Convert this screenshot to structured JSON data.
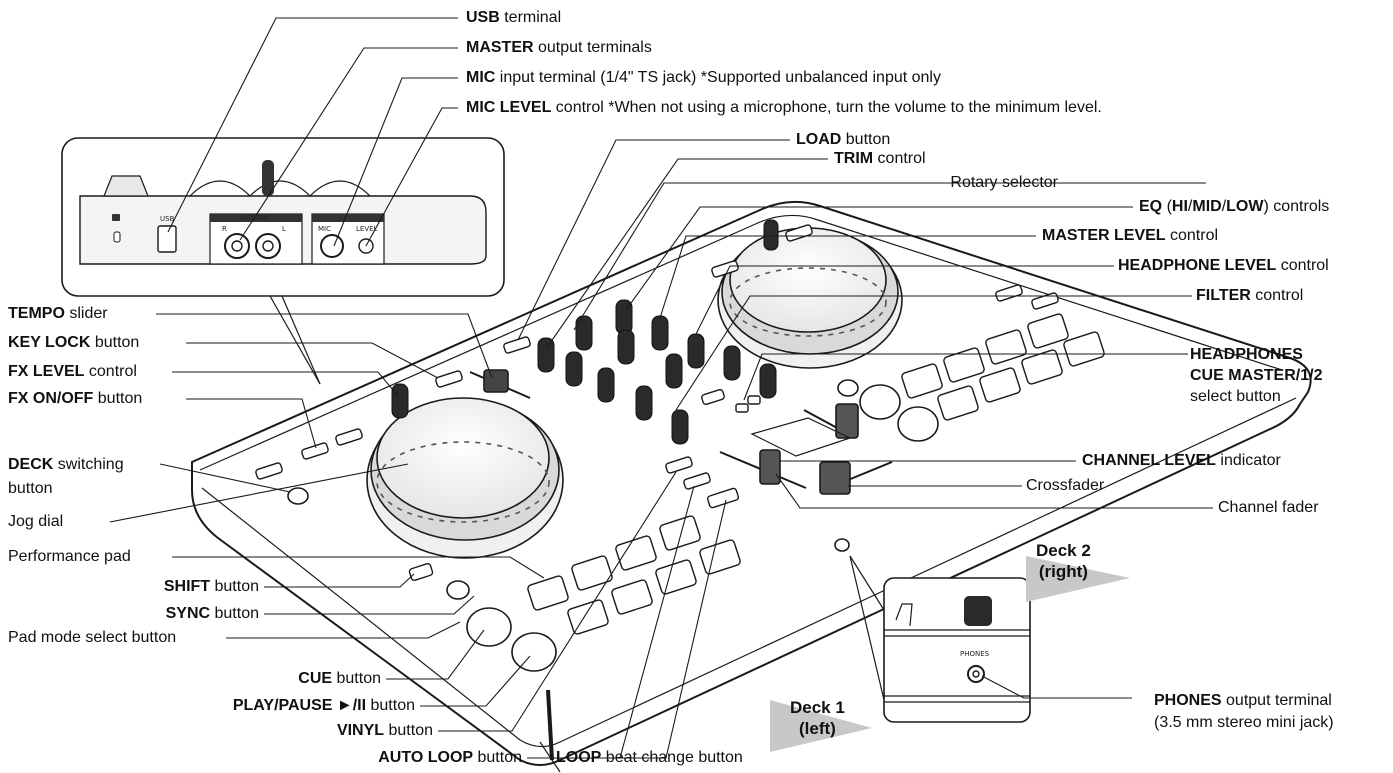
{
  "labels": {
    "usb": {
      "bold": "USB",
      "rest": " terminal"
    },
    "master_out": {
      "bold": "MASTER",
      "rest": " output terminals"
    },
    "mic_in": {
      "bold": "MIC",
      "rest": " input terminal (1/4\" TS jack) *Supported unbalanced input only"
    },
    "mic_level": {
      "bold": "MIC LEVEL",
      "rest": " control *When not using a microphone, turn the volume to the minimum level."
    },
    "load": {
      "bold": "LOAD",
      "rest": " button"
    },
    "trim": {
      "bold": "TRIM",
      "rest": " control"
    },
    "rotary": {
      "text": "Rotary selector"
    },
    "eq": {
      "p1": "EQ",
      "p2": " (",
      "p3": "HI",
      "p4": "/",
      "p5": "MID",
      "p6": "/",
      "p7": "LOW",
      "p8": ") controls"
    },
    "master_level": {
      "bold": "MASTER LEVEL",
      "rest": " control"
    },
    "headphone_level": {
      "bold": "HEADPHONE LEVEL",
      "rest": " control"
    },
    "filter": {
      "bold": "FILTER",
      "rest": " control"
    },
    "headphones_cue": {
      "line1": "HEADPHONES",
      "line2": "CUE MASTER/1/2",
      "line3": "select button"
    },
    "channel_level": {
      "bold": "CHANNEL LEVEL",
      "rest": " indicator"
    },
    "crossfader": {
      "text": "Crossfader"
    },
    "channel_fader": {
      "text": "Channel fader"
    },
    "tempo": {
      "bold": "TEMPO",
      "rest": " slider"
    },
    "key_lock": {
      "bold": "KEY LOCK",
      "rest": " button"
    },
    "fx_level": {
      "bold": "FX LEVEL",
      "rest": " control"
    },
    "fx_onoff": {
      "bold": "FX ON/OFF",
      "rest": " button"
    },
    "deck_switch": {
      "bold": "DECK",
      "rest": " switching",
      "line2": "button"
    },
    "jog": {
      "text": "Jog dial"
    },
    "perf_pad": {
      "text": "Performance pad"
    },
    "shift": {
      "bold": "SHIFT",
      "rest": " button"
    },
    "sync": {
      "bold": "SYNC",
      "rest": " button"
    },
    "pad_mode": {
      "text": "Pad mode select button"
    },
    "cue": {
      "bold": "CUE",
      "rest": " button"
    },
    "play": {
      "bold": "PLAY/PAUSE ►/II",
      "rest": " button"
    },
    "vinyl": {
      "bold": "VINYL",
      "rest": " button"
    },
    "auto_loop": {
      "bold": "AUTO LOOP",
      "rest": " button"
    },
    "loop_beat": {
      "bold": "LOOP",
      "rest": " beat change button"
    },
    "phones": {
      "bold": "PHONES",
      "rest": " output terminal",
      "line2": "(3.5 mm stereo mini jack)"
    }
  },
  "decks": {
    "deck1": {
      "line1": "Deck 1",
      "line2": "(left)"
    },
    "deck2": {
      "line1": "Deck 2",
      "line2": "(right)"
    }
  },
  "inset_text": {
    "usb_port": "USB",
    "master_port": "MASTER",
    "port_r": "R",
    "port_l": "L",
    "mic_port": "MIC",
    "mic_level_port": "LEVEL",
    "phones_port": "PHONES"
  },
  "colors": {
    "line": "#1a1a1a",
    "arrow": "#c8c8c8",
    "body": "#ffffff"
  }
}
